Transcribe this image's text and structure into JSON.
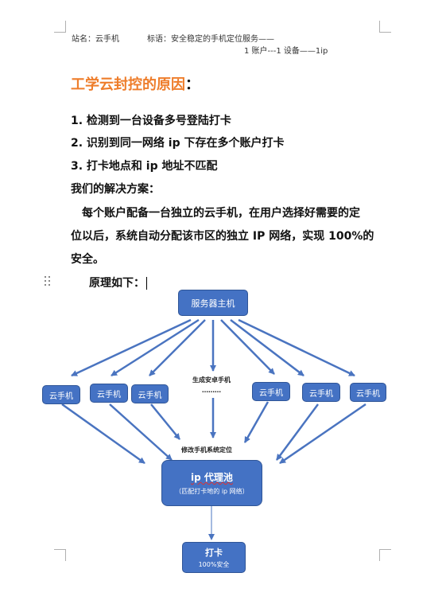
{
  "header": {
    "site": "站名：云手机",
    "slogan": "标语：安全稳定的手机定位服务——",
    "ratio": "1 账户---1 设备——1ip"
  },
  "title": {
    "text": "工学云封控的原因",
    "colon": "："
  },
  "reasons": [
    "1. 检测到一台设备多号登陆打卡",
    "2. 识别到同一网络 ip 下存在多个账户打卡",
    "3. 打卡地点和 ip 地址不匹配"
  ],
  "solution_heading": "我们的解决方案：",
  "solution_lines": [
    "每个账户配备一台独立的云手机，在用户选择好需要的定",
    "位以后，系统自动分配该市区的独立 IP 网络，实现 100%的",
    "安全。"
  ],
  "principle": "原理如下：",
  "diagram": {
    "server": "服务器主机",
    "cloud_phone": "云手机",
    "generate": "生成安卓手机",
    "ellipsis": "………",
    "modify": "修改手机系统定位",
    "proxy_title": "ip 代理池",
    "proxy_sub": "（匹配打卡地的 ip 网络）",
    "checkin_title": "打卡",
    "checkin_sub": "100%安全",
    "colors": {
      "node_fill": "#4472c4",
      "arrow": "#4a74c0"
    }
  }
}
